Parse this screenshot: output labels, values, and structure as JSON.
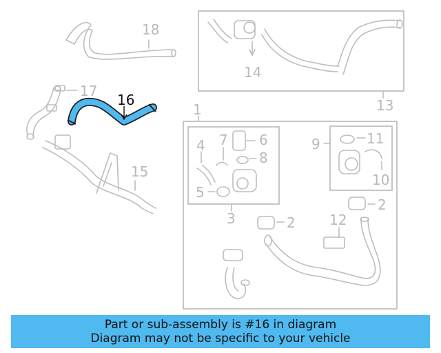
{
  "diagram": {
    "callouts": {
      "c1": "1",
      "c2a": "2",
      "c2b": "2",
      "c3": "3",
      "c4": "4",
      "c5": "5",
      "c6": "6",
      "c7": "7",
      "c8": "8",
      "c9": "9",
      "c10": "10",
      "c11": "11",
      "c12": "12",
      "c13": "13",
      "c14": "14",
      "c15": "15",
      "c16": "16",
      "c17": "17",
      "c18": "18"
    },
    "highlight_color": "#4fb9f0",
    "line_color": "#bdbdbd"
  },
  "banner": {
    "line1": "Part or sub-assembly is #16 in diagram",
    "line2": "Diagram may not be specific to your vehicle",
    "color": "#4fb9f0"
  }
}
